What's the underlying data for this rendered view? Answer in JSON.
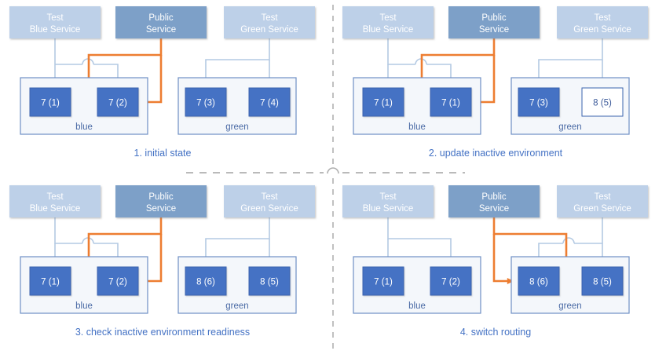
{
  "colors": {
    "service_light": "#bdd0e8",
    "service_dark": "#7da0c8",
    "instance_fill": "#4472c4",
    "instance_stroke": "#3a63ae",
    "instance_empty_fill": "#ffffff",
    "env_fill": "#f4f7fb",
    "env_stroke": "#6e8fc4",
    "connector": "#b4cae3",
    "route": "#ed7d31",
    "caption": "#4472c4",
    "divider": "#b0b0b0",
    "text_on_fill": "#ffffff",
    "env_label": "#4a6aa5"
  },
  "services": {
    "test_blue": "Test\nBlue Service",
    "test_blue_line1": "Test",
    "test_blue_line2": "Blue Service",
    "public_line1": "Public",
    "public_line2": "Service",
    "test_green_line1": "Test",
    "test_green_line2": "Green Service"
  },
  "environments": {
    "blue_label": "blue",
    "green_label": "green"
  },
  "panels": [
    {
      "id": "panel-1",
      "caption": "1. initial state",
      "blue_env": {
        "label": "blue",
        "instances": [
          {
            "label": "7 (1)",
            "state": "filled"
          },
          {
            "label": "7 (2)",
            "state": "filled"
          }
        ]
      },
      "green_env": {
        "label": "green",
        "instances": [
          {
            "label": "7 (3)",
            "state": "filled"
          },
          {
            "label": "7 (4)",
            "state": "filled"
          }
        ]
      },
      "routing_target": "blue"
    },
    {
      "id": "panel-2",
      "caption": "2. update inactive environment",
      "blue_env": {
        "label": "blue",
        "instances": [
          {
            "label": "7 (1)",
            "state": "filled"
          },
          {
            "label": "7 (1)",
            "state": "filled"
          }
        ]
      },
      "green_env": {
        "label": "green",
        "instances": [
          {
            "label": "7 (3)",
            "state": "filled"
          },
          {
            "label": "8 (5)",
            "state": "empty"
          }
        ]
      },
      "routing_target": "blue"
    },
    {
      "id": "panel-3",
      "caption": "3. check inactive environment readiness",
      "blue_env": {
        "label": "blue",
        "instances": [
          {
            "label": "7 (1)",
            "state": "filled"
          },
          {
            "label": "7 (2)",
            "state": "filled"
          }
        ]
      },
      "green_env": {
        "label": "green",
        "instances": [
          {
            "label": "8 (6)",
            "state": "filled"
          },
          {
            "label": "8 (5)",
            "state": "filled"
          }
        ]
      },
      "routing_target": "blue"
    },
    {
      "id": "panel-4",
      "caption": "4. switch routing",
      "blue_env": {
        "label": "blue",
        "instances": [
          {
            "label": "7 (1)",
            "state": "filled"
          },
          {
            "label": "7 (2)",
            "state": "filled"
          }
        ]
      },
      "green_env": {
        "label": "green",
        "instances": [
          {
            "label": "8 (6)",
            "state": "filled"
          },
          {
            "label": "8 (5)",
            "state": "filled"
          }
        ]
      },
      "routing_target": "green"
    }
  ]
}
